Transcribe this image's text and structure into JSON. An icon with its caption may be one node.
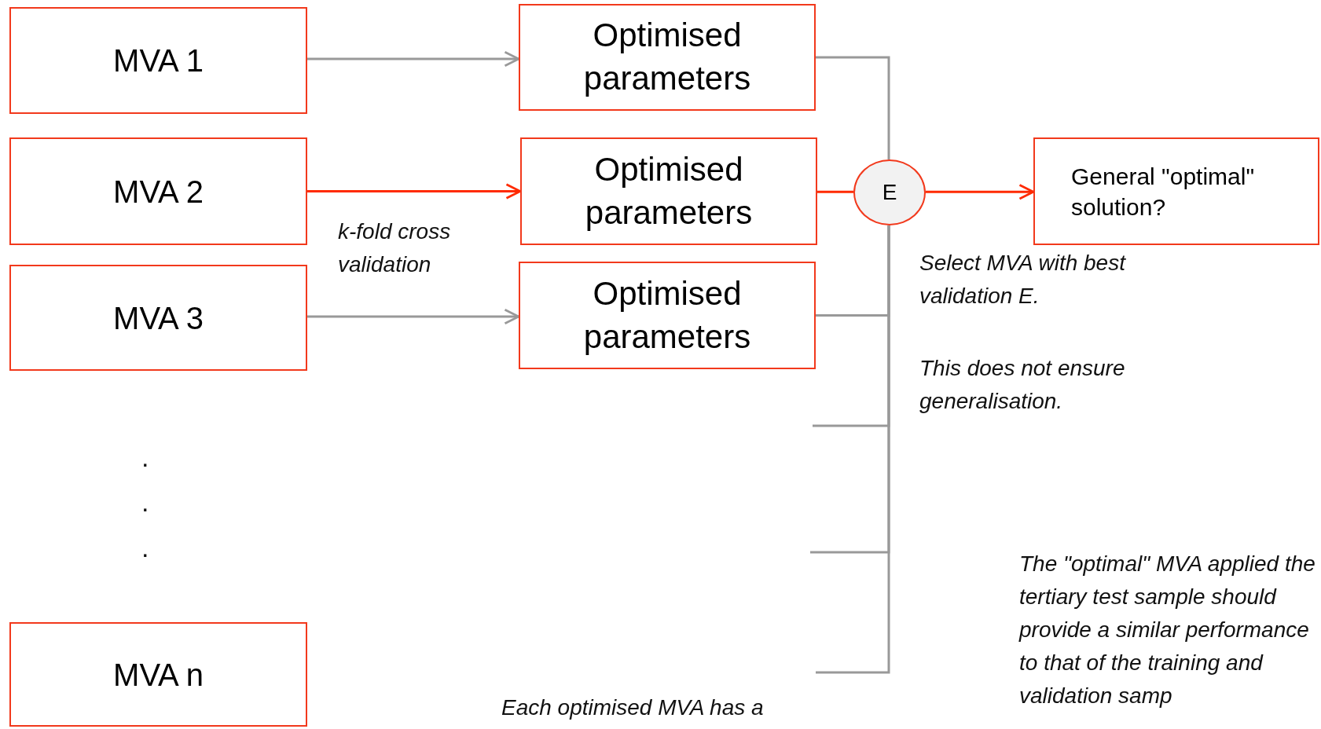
{
  "diagram": {
    "nodes": [
      {
        "text": [
          "MVA 1"
        ]
      },
      {
        "text": [
          "MVA 2"
        ]
      },
      {
        "text": [
          "MVA 3"
        ]
      },
      {
        "text": [
          "MVA n"
        ]
      },
      {
        "text": [
          "Optimised parameters"
        ]
      },
      {
        "text": [
          "Optimised parameters"
        ]
      },
      {
        "text": [
          "Optimised parameters"
        ]
      },
      {
        "text": [
          "E"
        ]
      },
      {
        "text": [
          "General \"optimal\" solution?"
        ]
      }
    ],
    "edges": [
      {
        "from": 0,
        "to": 4,
        "arrow": "to"
      },
      {
        "from": 1,
        "to": 5,
        "arrow": "to",
        "label": "k-fold cross validation",
        "color": "#ff2a00"
      },
      {
        "from": 2,
        "to": 6,
        "arrow": "to"
      },
      {
        "from": 4,
        "to": 7,
        "arrow": "none"
      },
      {
        "from": 5,
        "to": 7,
        "arrow": "none",
        "color": "#ff2a00"
      },
      {
        "from": 6,
        "to": 7,
        "arrow": "none"
      },
      {
        "from": null,
        "to": 7,
        "arrow": "none"
      },
      {
        "from": null,
        "to": 7,
        "arrow": "none"
      },
      {
        "from": null,
        "to": 7,
        "arrow": "none"
      },
      {
        "from": 7,
        "to": 8,
        "arrow": "to",
        "color": "#ff2a00"
      }
    ],
    "labels": [
      ".",
      ".",
      ".",
      "Select MVA with best validation E.",
      "This does not ensure generalisation.",
      "The \"optimal\" MVA applied the tertiary test sample should provide a similar performance to that of the training and validation samp",
      "Each optimised MVA has a"
    ]
  }
}
